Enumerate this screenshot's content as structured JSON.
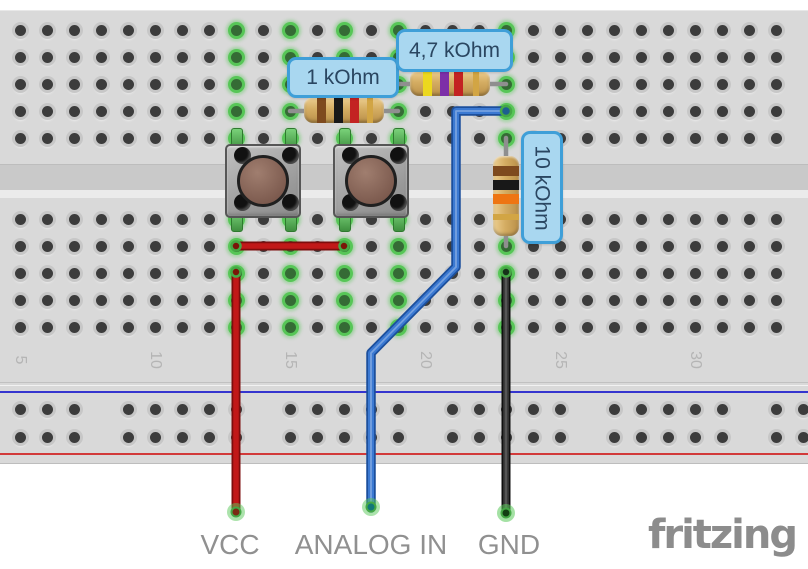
{
  "callouts": {
    "resistor_1k": "1 kOhm",
    "resistor_4k7": "4,7 kOhm",
    "resistor_10k": "10 kOhm"
  },
  "wire_labels": {
    "vcc": "VCC",
    "analog_in": "ANALOG IN",
    "gnd": "GND"
  },
  "watermark": "fritzing",
  "column_numbers": [
    "5",
    "10",
    "15",
    "20",
    "25",
    "30"
  ],
  "colors": {
    "board": "#d9d9d9",
    "highlight_green": "#57c657",
    "rail_blue_line": "#3434ce",
    "rail_red_line": "#d23a3a",
    "wire_vcc": "#c11818",
    "wire_analog_in": "#3b79d2",
    "wire_gnd": "#3c3c3c",
    "callout_fill": "#a9d7f0",
    "callout_border": "#3f9fd8",
    "callout_text": "#2a4661",
    "resistor_bands_1k": [
      "brown",
      "black",
      "red",
      "gold"
    ],
    "resistor_bands_4k7": [
      "yellow",
      "violet",
      "red",
      "gold"
    ],
    "resistor_bands_10k": [
      "brown",
      "black",
      "orange",
      "gold"
    ]
  }
}
